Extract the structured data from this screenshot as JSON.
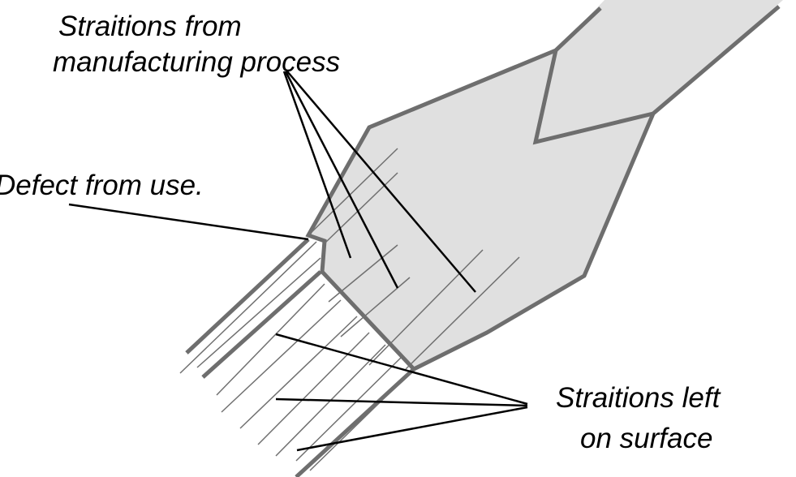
{
  "labels": {
    "manufacturing_line1": "Straitions from",
    "manufacturing_line2": "manufacturing process",
    "defect": "Defect from use.",
    "surface_line1": "Straitions left",
    "surface_line2": "on surface"
  },
  "colors": {
    "tool_fill": "#e0e0e0",
    "tool_outline": "#6e6e6e",
    "striation": "#707070",
    "leader": "#000000"
  }
}
